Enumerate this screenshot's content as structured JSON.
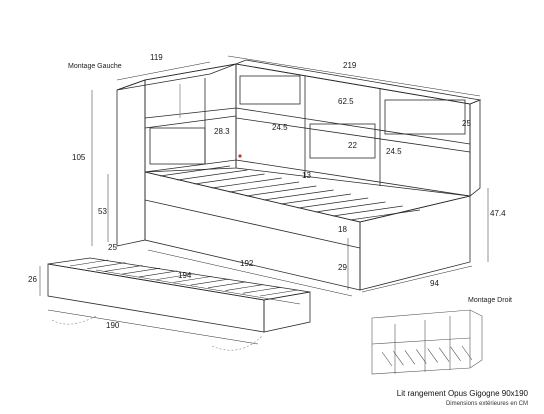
{
  "labels": {
    "montage_gauche": "Montage Gauche",
    "montage_droit": "Montage Droit",
    "title": "Lit rangement Opus Gigogne 90x190",
    "subtitle": "Dimensions extérieures en CM"
  },
  "dimensions": {
    "d119": "119",
    "d219": "219",
    "d62_5": "62.5",
    "d28_3": "28.3",
    "d24_5_left": "24.5",
    "d25_right": "25",
    "d22": "22",
    "d24_5_right": "24.5",
    "d105": "105",
    "d13": "13",
    "d53": "53",
    "d47_4": "47.4",
    "d18": "18",
    "d25_base": "25",
    "d192": "192",
    "d29": "29",
    "d26": "26",
    "d194": "194",
    "d94": "94",
    "d190": "190"
  },
  "colors": {
    "line": "#2a2a2a",
    "light_line": "#8a8a8a",
    "accent_dot": "#c0392b"
  }
}
